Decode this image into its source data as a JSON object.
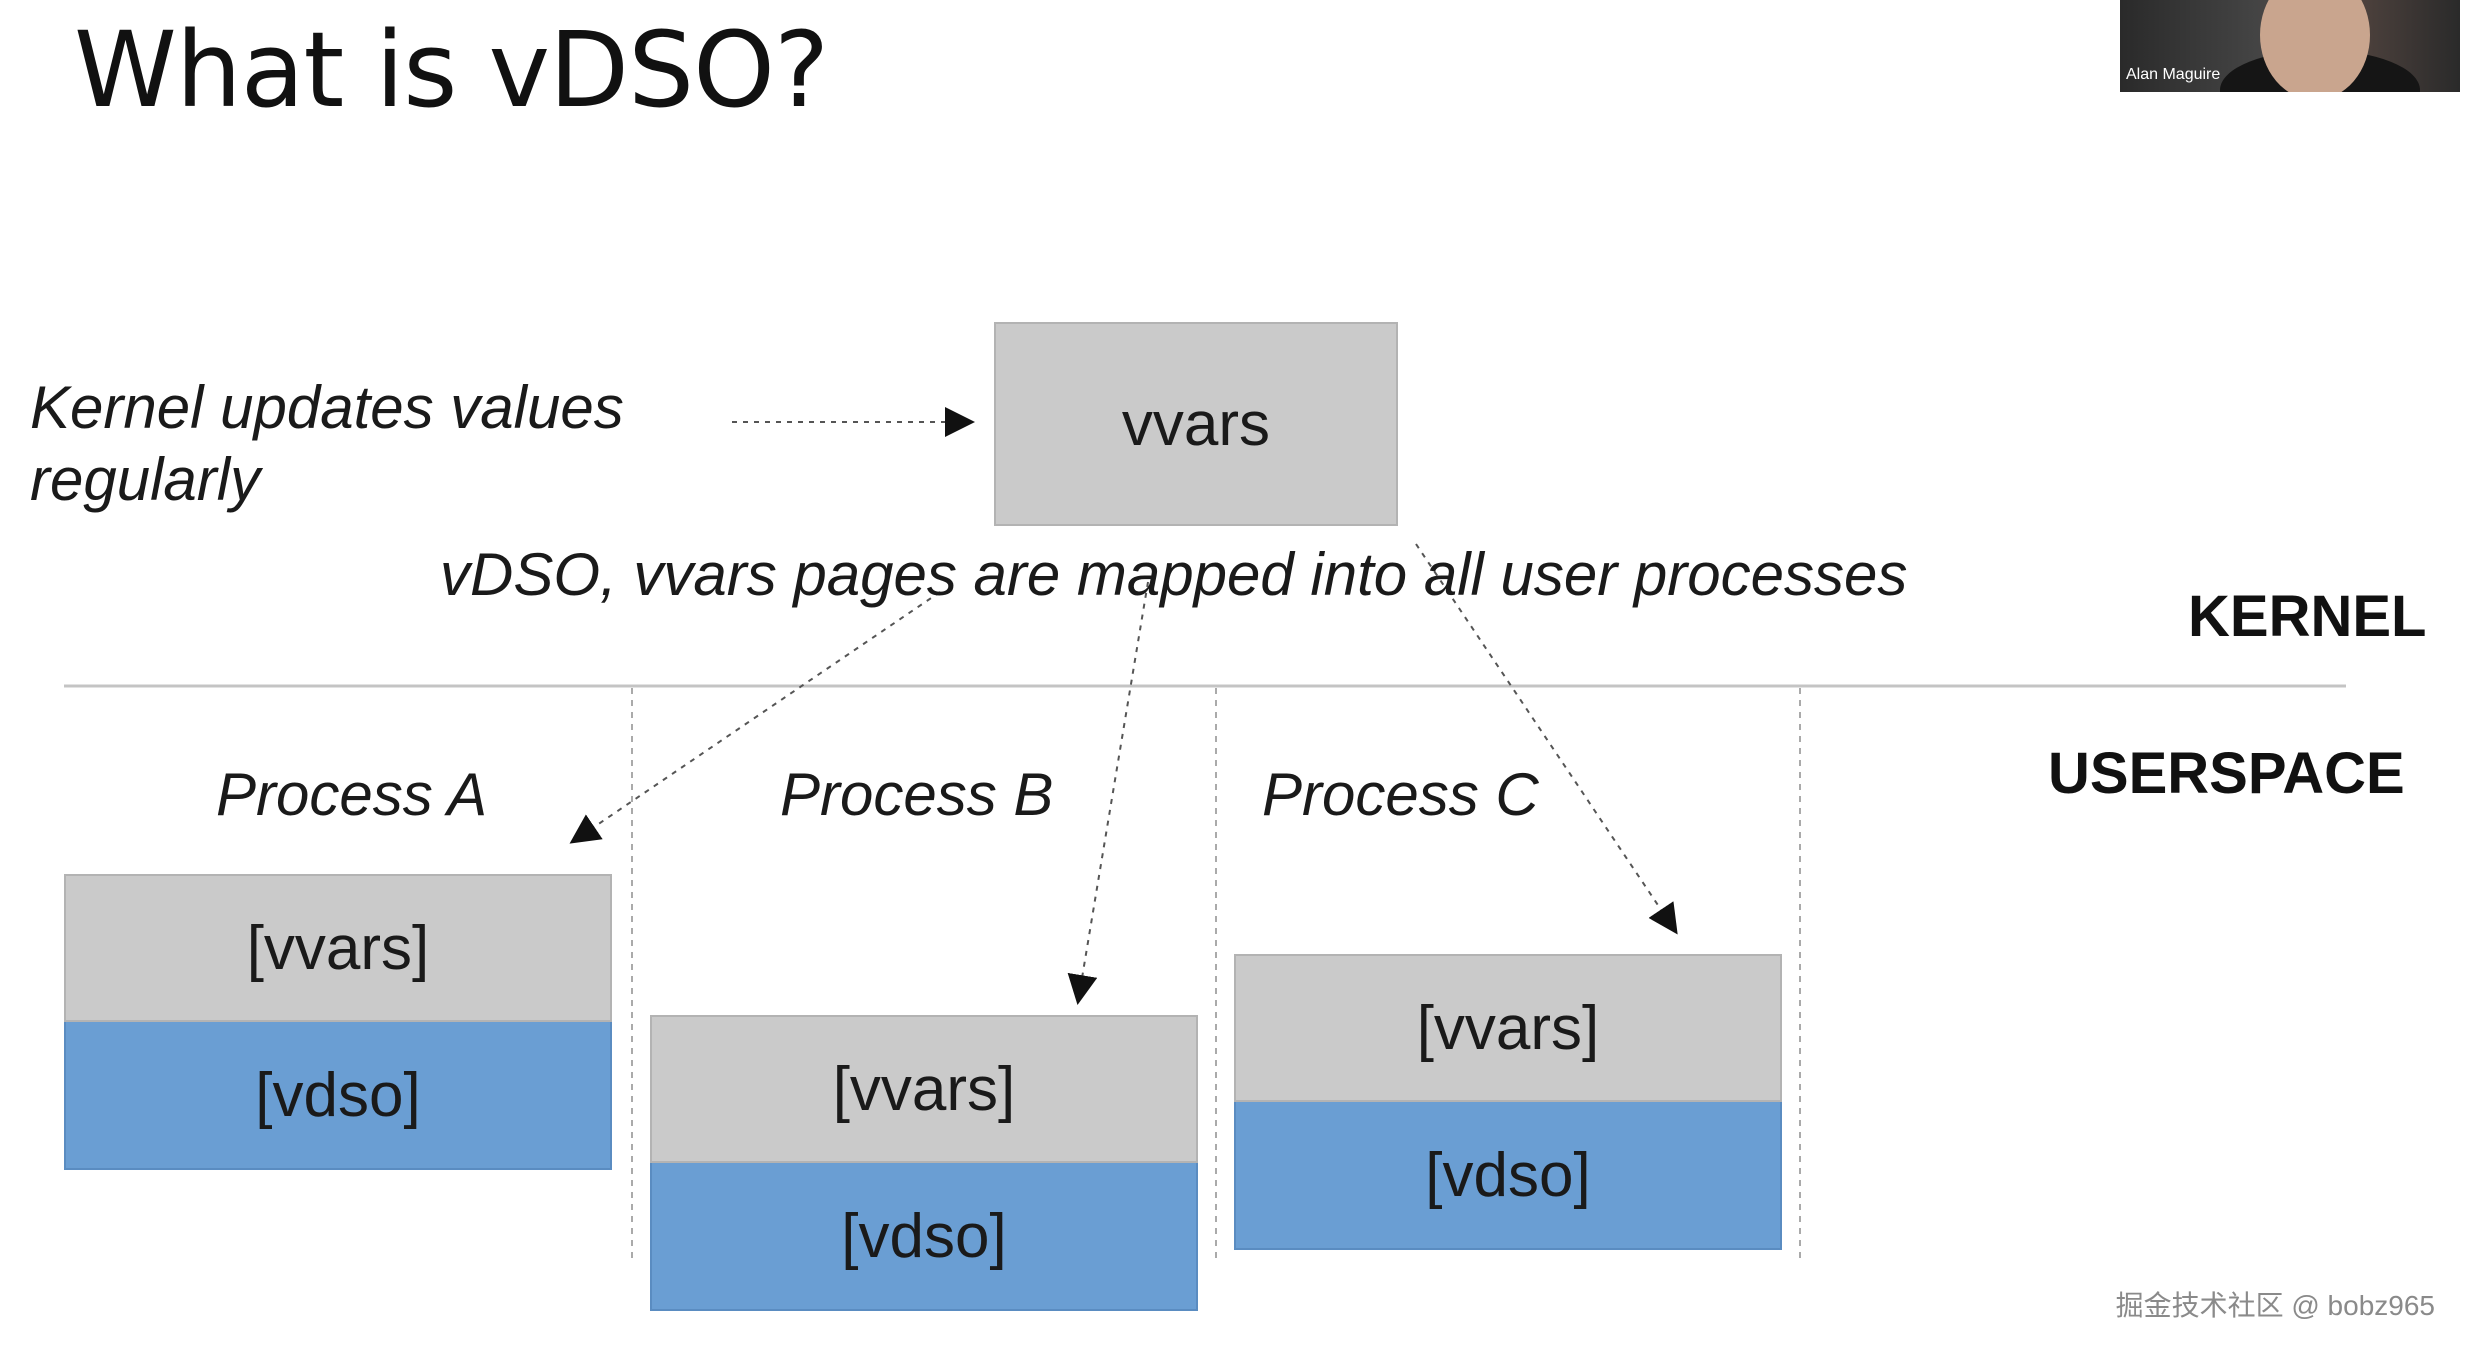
{
  "slide": {
    "title": "What is vDSO?",
    "kernel_note_line1": "Kernel updates values",
    "kernel_note_line2": "regularly",
    "mapping_note": "vDSO, vvars pages are mapped into all user processes",
    "kernel_label": "KERNEL",
    "userspace_label": "USERSPACE"
  },
  "kernel_box": {
    "label": "vvars"
  },
  "processes": [
    {
      "name": "Process A",
      "vvars_label": "[vvars]",
      "vdso_label": "[vdso]"
    },
    {
      "name": "Process B",
      "vvars_label": "[vvars]",
      "vdso_label": "[vdso]"
    },
    {
      "name": "Process C",
      "vvars_label": "[vvars]",
      "vdso_label": "[vdso]"
    }
  ],
  "colors": {
    "vvars_fill": "#cacaca",
    "vdso_fill": "#6a9ed3"
  },
  "webcam": {
    "speaker_name": "Alan Maguire"
  },
  "watermark": "掘金技术社区 @ bobz965"
}
